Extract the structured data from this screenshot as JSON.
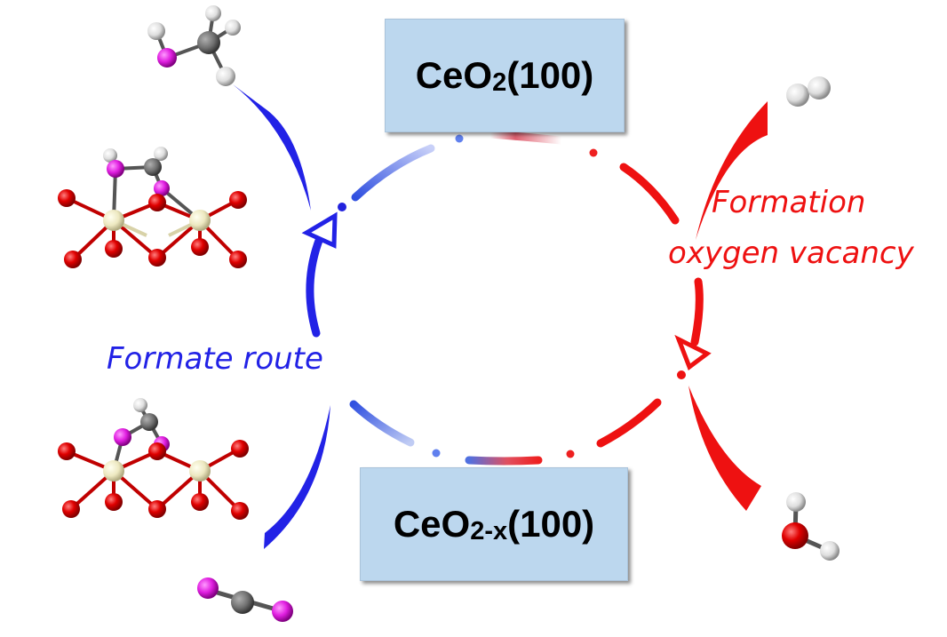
{
  "top_box": {
    "prefix": "CeO",
    "sub": "2",
    "suffix": "(100)"
  },
  "bottom_box": {
    "prefix": "CeO",
    "sub": "2-x",
    "suffix": "(100)"
  },
  "left_label": "Formate route",
  "right_label": {
    "line1": "Formation",
    "line2": "oxygen vacancy"
  },
  "colors": {
    "blue": "#2222e6",
    "red": "#ee1111",
    "box": "#bcd7ee"
  }
}
